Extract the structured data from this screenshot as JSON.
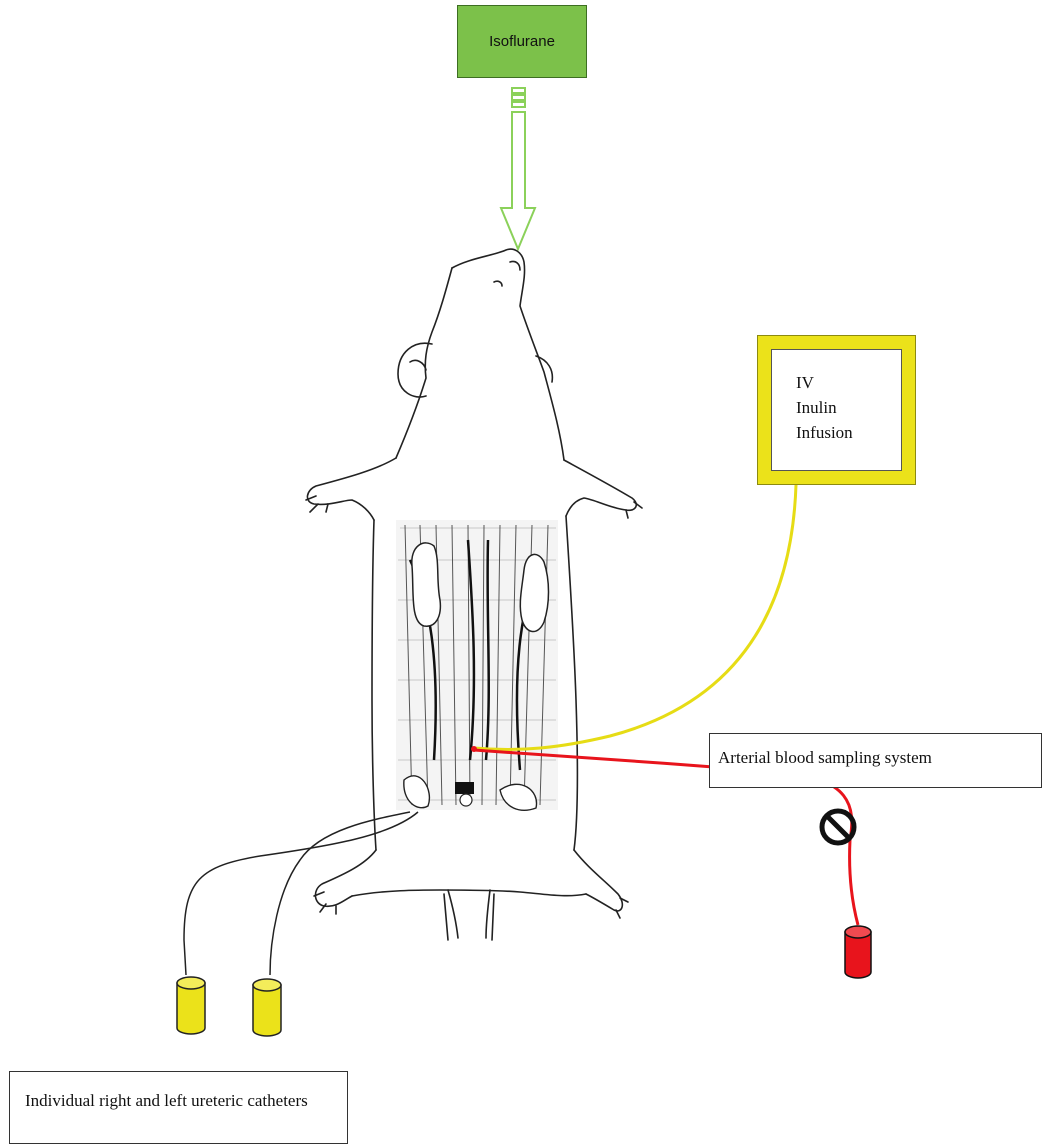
{
  "isoflurane": {
    "label": "Isoflurane",
    "color": "#7cc14a"
  },
  "iv_box": {
    "lines": [
      "IV",
      "Inulin",
      "Infusion"
    ],
    "color": "#ebe21a"
  },
  "arterial": {
    "label": "Arterial blood sampling system",
    "line_color": "#e8141c",
    "vial_color": "#e8141c"
  },
  "ureteric": {
    "label": "Individual right and left ureteric catheters",
    "vial_color": "#e6dc15"
  },
  "icons": [
    "rat-illustration",
    "kidney-icon",
    "flow-arrow",
    "stopcock-valve-icon",
    "sample-vial-icon"
  ]
}
